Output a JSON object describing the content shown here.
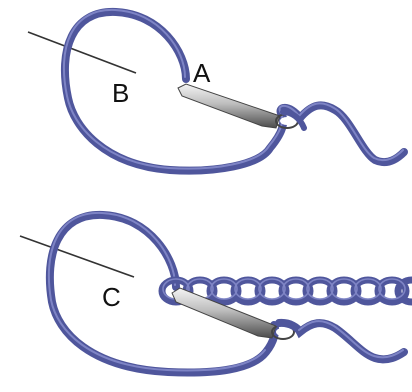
{
  "labels": {
    "a": "A",
    "b": "B",
    "c": "C"
  },
  "colors": {
    "thread": "#4f569c",
    "thread_highlight": "#8a90cf",
    "needle_dark": "#555555",
    "needle_light": "#f2f2f2",
    "line": "#333333",
    "label": "#111111"
  }
}
